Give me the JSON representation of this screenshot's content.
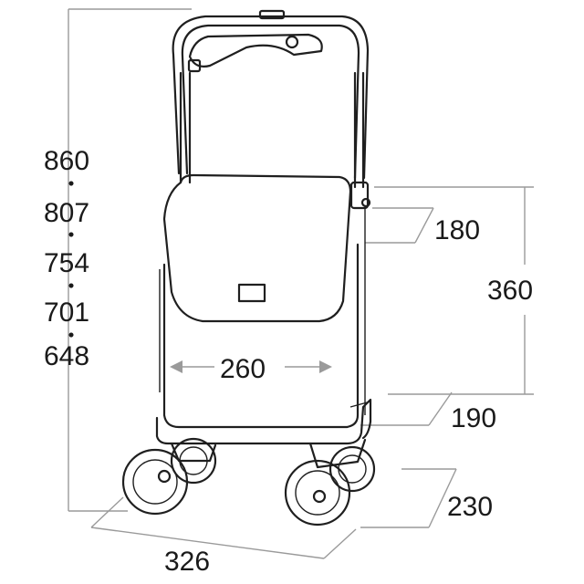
{
  "height_options": [
    "860",
    "807",
    "754",
    "701",
    "648"
  ],
  "height_separator": "・",
  "dimensions": {
    "bag_depth": "180",
    "bag_height": "360",
    "bag_width": "260",
    "seat_depth": "190",
    "base_depth": "230",
    "base_width": "326"
  },
  "colors": {
    "line": "#1f1f1f",
    "dimension_line": "#9a9a9a",
    "background": "#ffffff"
  }
}
